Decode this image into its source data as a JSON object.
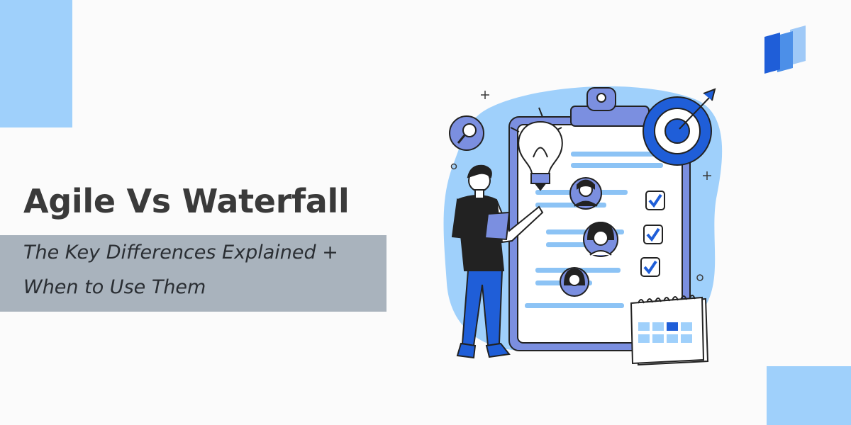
{
  "title": "Agile Vs Waterfall",
  "subtitle": {
    "line1": "The Key Differences Explained +",
    "line2": "When to Use Them"
  },
  "colors": {
    "accent_light": "#9fd0fb",
    "accent_blue": "#1f5ed8",
    "title_text": "#3a3a3a",
    "subtitle_bg": "#a9b3bd",
    "background": "#fbfbfb"
  },
  "icons": {
    "logo": "stacked-panels-logo",
    "illustration": "checklist-clipboard-person-illustration"
  }
}
